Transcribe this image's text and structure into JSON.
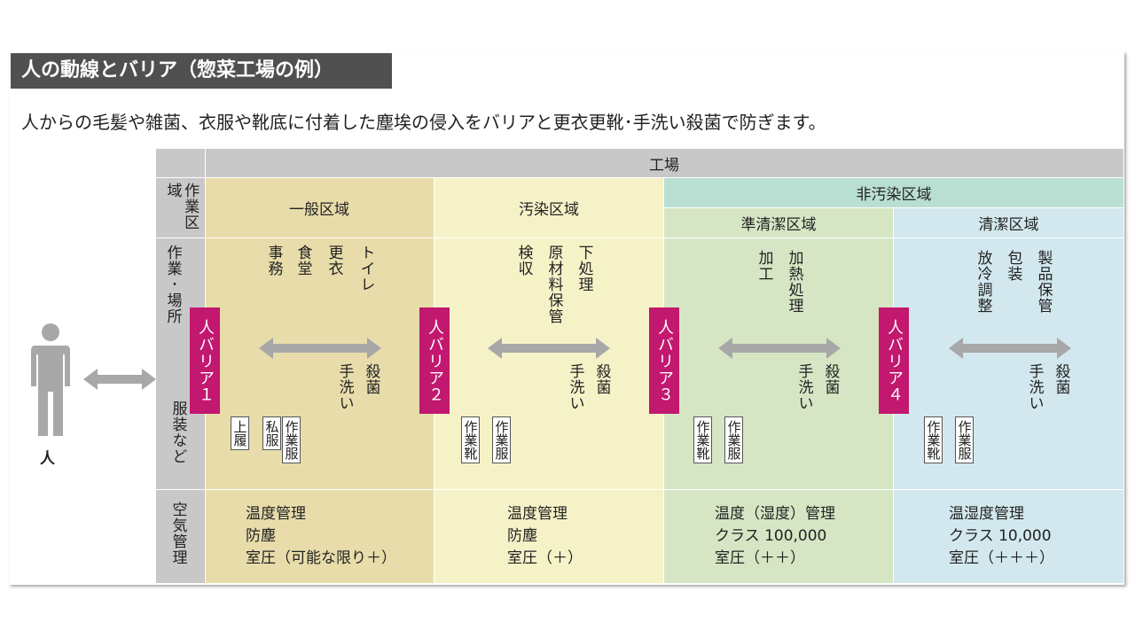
{
  "title": "人の動線とバリア（惣菜工場の例）",
  "lead": "人からの毛髪や雑菌、衣服や靴底に付着した塵埃の侵入をバリアと更衣更靴･手洗い殺菌で防ぎます。",
  "factory_label": "工場",
  "non_contaminated": "非汚染区域",
  "row_labels": {
    "zone": "作業区域",
    "work": "作業･場所",
    "clothes": "服装など",
    "air": "空気管理"
  },
  "person_label": "人",
  "zones": [
    {
      "name": "一般区域",
      "work": [
        "トイレ",
        "更衣",
        "食堂",
        "事務"
      ],
      "handwash": [
        "殺菌",
        "手洗い"
      ],
      "tags": [
        "上履",
        "私服",
        "作業服"
      ],
      "air": [
        "温度管理",
        "防塵",
        "室圧（可能な限り＋）"
      ],
      "color": "#e8dcaa"
    },
    {
      "name": "汚染区域",
      "work": [
        "下処理",
        "原材料保管",
        "検収"
      ],
      "handwash": [
        "殺菌",
        "手洗い"
      ],
      "tags": [
        "作業靴",
        "作業服"
      ],
      "air": [
        "温度管理",
        "防塵",
        "室圧（＋）"
      ],
      "color": "#f6f2c8"
    },
    {
      "name": "準清潔区域",
      "work": [
        "加熱処理",
        "加工"
      ],
      "handwash": [
        "殺菌",
        "手洗い"
      ],
      "tags": [
        "作業靴",
        "作業服"
      ],
      "air": [
        "温度（湿度）管理",
        "クラス 100,000",
        "室圧（＋＋）"
      ],
      "color": "#d6e6c4"
    },
    {
      "name": "清潔区域",
      "work": [
        "製品保管",
        "包装",
        "放冷調整"
      ],
      "handwash": [
        "殺菌",
        "手洗い"
      ],
      "tags": [
        "作業靴",
        "作業服"
      ],
      "air": [
        "温湿度管理",
        "クラス 10,000",
        "室圧（＋＋＋）"
      ],
      "color": "#d2e8ee"
    }
  ],
  "barriers": [
    "人バリア１",
    "人バリア２",
    "人バリア３",
    "人バリア４"
  ],
  "colors": {
    "barrier": "#c2186f",
    "header_grey": "#c8c8c8",
    "non_contaminated_header": "#b9dfd2",
    "arrow": "#a8a8a8"
  }
}
